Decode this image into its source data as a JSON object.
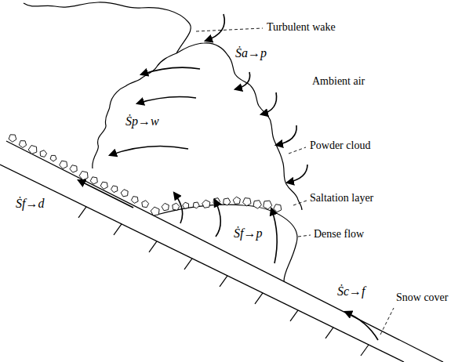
{
  "diagram": {
    "labels": [
      "Turbulent wake",
      "Ṡa→p",
      "Ambient air",
      "Ṡp→w",
      "Powder cloud",
      "Saltation layer",
      "Ṡf→d",
      "Dense flow",
      "Ṡf→p",
      "Ṡc→f",
      "Snow cover"
    ]
  }
}
